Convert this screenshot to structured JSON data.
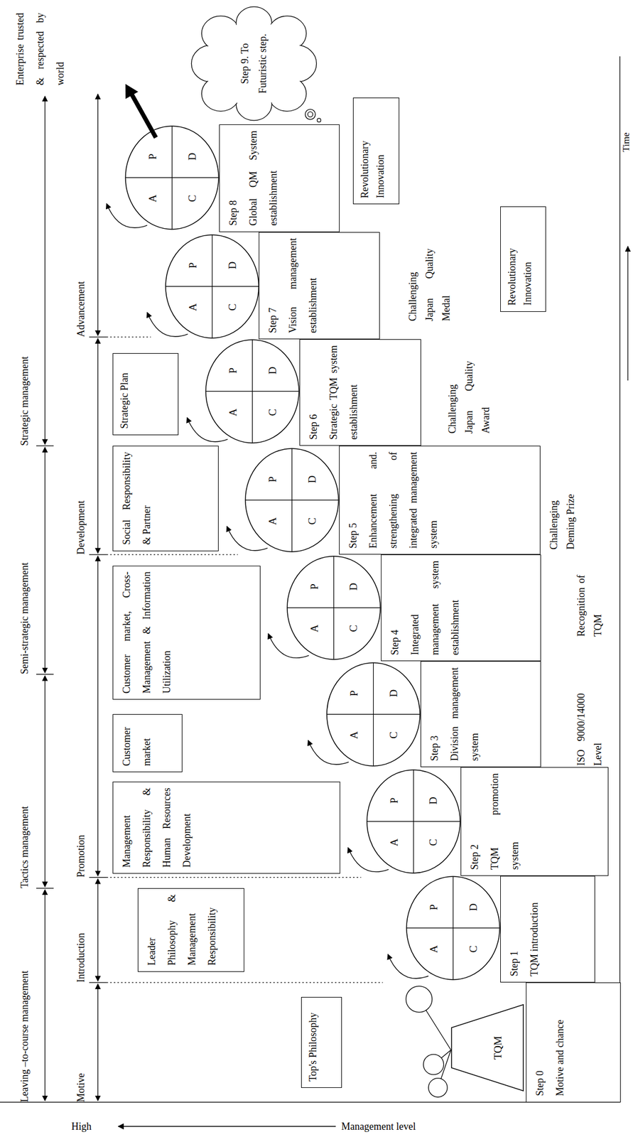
{
  "diagram": {
    "nodes": [
      {
        "text": [
          "Top's Philosophy"
        ]
      },
      {
        "text": [
          "TQM"
        ]
      },
      {
        "text": [
          "Step 0",
          "Motive and chance"
        ]
      },
      {
        "text": [
          "Leader Philosophy & Management Responsibility"
        ]
      },
      {
        "text": [
          "A",
          "P",
          "C",
          "D"
        ]
      },
      {
        "text": [
          "Step 1",
          "TQM introduction"
        ]
      },
      {
        "text": [
          "Management Responsibility & Human Resources Development"
        ]
      },
      {
        "text": [
          "A",
          "P",
          "C",
          "D"
        ]
      },
      {
        "text": [
          "Step 2",
          "TQM promotion system"
        ]
      },
      {
        "text": [
          "Customer market"
        ]
      },
      {
        "text": [
          "A",
          "P",
          "C",
          "D"
        ]
      },
      {
        "text": [
          "Step 3",
          "Division management system"
        ]
      },
      {
        "text": [
          "Customer market, Cross-Management & Information Utilization"
        ]
      },
      {
        "text": [
          "A",
          "P",
          "C",
          "D"
        ]
      },
      {
        "text": [
          "Step 4",
          "Integrated management system establishment"
        ]
      },
      {
        "text": [
          "Social Responsibility & Partner"
        ]
      },
      {
        "text": [
          "A",
          "P",
          "C",
          "D"
        ]
      },
      {
        "text": [
          "Step 5",
          "Enhancement and. strengthening of integrated management system"
        ]
      },
      {
        "text": [
          "Strategic Plan"
        ]
      },
      {
        "text": [
          "A",
          "P",
          "C",
          "D"
        ]
      },
      {
        "text": [
          "Step 6",
          "Strategic TQM system establishment"
        ]
      },
      {
        "text": [
          "A",
          "P",
          "C",
          "D"
        ]
      },
      {
        "text": [
          "Step 7",
          "Vision management establishment"
        ]
      },
      {
        "text": [
          "Revolutionary Innovation"
        ]
      },
      {
        "text": [
          "A",
          "P",
          "C",
          "D"
        ]
      },
      {
        "text": [
          "Step 8",
          "Global QM System establishment"
        ]
      },
      {
        "text": [
          "Revolutionary Innovation"
        ]
      },
      {
        "text": [
          "Step 9. To Futuristic step."
        ]
      }
    ],
    "labels": [
      "Leaving –to-course management",
      "Tactics management",
      "Semi-strategic management",
      "Strategic management",
      "Enterprise trusted & respected by world",
      "Motive",
      "Introduction",
      "Promotion",
      "Development",
      "Advancement",
      "ISO 9000/14000 Level",
      "Recognition of TQM",
      "Challenging Deming Prize",
      "Challenging Japan Quality Award",
      "Challenging Japan Quality Medal",
      "Time",
      "High",
      "Management level"
    ]
  }
}
